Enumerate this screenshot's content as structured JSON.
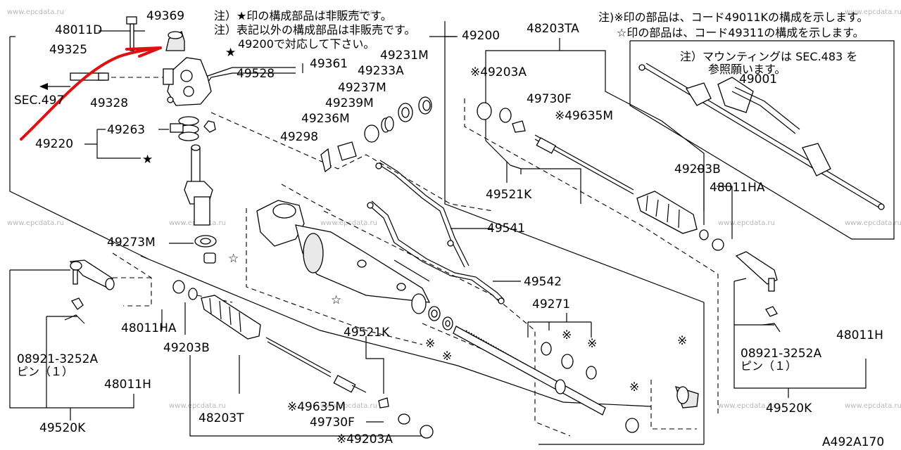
{
  "notes": {
    "left_1": "注）★印の構成部品は非販売です。",
    "left_2": "注）表記以外の構成部品は非販売です。",
    "left_3": "49200で対応して下さい。",
    "right_1": "注)※印の部品は、コード49011Kの構成を示します。",
    "right_2": "☆印の部品は、コード49311の構成を示します。",
    "mount_1": "注）マウンティングは SEC.483 を",
    "mount_2": "参照願います。"
  },
  "symbols": {
    "star": "★",
    "white_star": "☆",
    "ref_mark": "※"
  },
  "labels": {
    "p49369": "49369",
    "p48011D": "48011D",
    "p49325": "49325",
    "sec497": "SEC.497",
    "p49328": "49328",
    "p49361": "49361",
    "p49528": "49528",
    "p49263": "49263",
    "p49220": "49220",
    "p49200": "49200",
    "p49231M": "49231M",
    "p49233A": "49233A",
    "p49237M": "49237M",
    "p49239M": "49239M",
    "p49236M": "49236M",
    "p49298": "49298",
    "p48203TA": "48203TA",
    "p49203A_top": "※49203A",
    "p49730F_top": "49730F",
    "p49635M_top": "※49635M",
    "p49001": "49001",
    "p49203B_right": "49203B",
    "p48011HA_right": "48011HA",
    "p49521K_top": "49521K",
    "p49541": "49541",
    "p49273M": "49273M",
    "p49542": "49542",
    "p49271": "49271",
    "p48011HA_left": "48011HA",
    "p49203B_left": "49203B",
    "p49521K_bottom": "49521K",
    "p08921_left": "08921-3252A",
    "pin_left": "ピン（１）",
    "p48011H_left": "48011H",
    "p49520K_left": "49520K",
    "p49635M_bottom": "※49635M",
    "p49730F_bottom": "49730F",
    "p48203T": "48203T",
    "p49203A_bottom": "※49203A",
    "p48011H_right": "48011H",
    "p08921_right": "08921-3252A",
    "pin_right": "ピン（１）",
    "p49520K_right": "49520K",
    "diagram_code": "A492A170"
  },
  "watermark": "www.epcdata.ru",
  "colors": {
    "annotation_red": "#e01010",
    "watermark_gray": "#b8b8b8"
  }
}
